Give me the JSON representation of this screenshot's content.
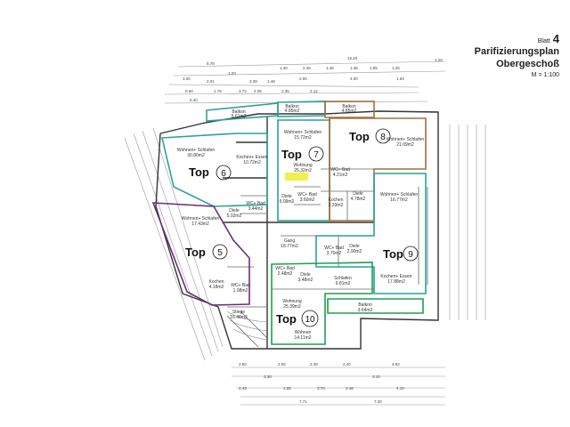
{
  "header": {
    "sheet_label": "Blatt",
    "sheet_number": "4",
    "title": "Parifizierungsplan",
    "subtitle": "Obergeschoß",
    "scale": "M = 1:100"
  },
  "units": [
    {
      "label": "Top",
      "number": "6",
      "color": "#2aa198"
    },
    {
      "label": "Top",
      "number": "7",
      "color": "#2aa198"
    },
    {
      "label": "Top",
      "number": "8",
      "color": "#a0703c"
    },
    {
      "label": "Top",
      "number": "5",
      "color": "#6b2e78"
    },
    {
      "label": "Top",
      "number": "9",
      "color": "#2aa198"
    },
    {
      "label": "Top",
      "number": "10",
      "color": "#1e9e50"
    }
  ],
  "rooms": [
    {
      "name": "Balkon",
      "area": "5.61m2"
    },
    {
      "name": "Balkon",
      "area": "4.85m2"
    },
    {
      "name": "Balkon",
      "area": "4.85m2"
    },
    {
      "name": "Wohnen+ Schlafen",
      "area": "30.80m2"
    },
    {
      "name": "Kochen+ Essen",
      "area": "10.72m2"
    },
    {
      "name": "Wohnen+ Schlafen",
      "area": "15.72m2"
    },
    {
      "name": "Wohnung",
      "area": "25.32m2"
    },
    {
      "name": "Wohnen+ Schlafen",
      "area": "21.09m2"
    },
    {
      "name": "WC+ Bad",
      "area": "4.21m2"
    },
    {
      "name": "Diele",
      "area": "5.09m2"
    },
    {
      "name": "WC+ Bad",
      "area": "3.60m2"
    },
    {
      "name": "Diele",
      "area": "4.78m2"
    },
    {
      "name": "Kochen",
      "area": "2.33m2"
    },
    {
      "name": "Wohnen+ Schlafen",
      "area": "16.77m2"
    },
    {
      "name": "Wohnen+ Schlafen",
      "area": "17.43m2"
    },
    {
      "name": "Diele",
      "area": "5.02m2"
    },
    {
      "name": "WC+ Bad",
      "area": "3.44m2"
    },
    {
      "name": "Gang",
      "area": "18.77m2"
    },
    {
      "name": "WC+ Bad",
      "area": "3.70m2"
    },
    {
      "name": "Diele",
      "area": "2.90m2"
    },
    {
      "name": "Kochen+ Essen",
      "area": "17.88m2"
    },
    {
      "name": "Kochen",
      "area": "4.18m2"
    },
    {
      "name": "WC+ Bad",
      "area": "1.98m2"
    },
    {
      "name": "WC+ Bad",
      "area": "2.48m2"
    },
    {
      "name": "Diele",
      "area": "3.48m2"
    },
    {
      "name": "Schlafen",
      "area": "9.81m2"
    },
    {
      "name": "Wohnung",
      "area": "25.39m2"
    },
    {
      "name": "Stiege",
      "area": "16.48m2"
    },
    {
      "name": "Wohnen",
      "area": "14.11m2"
    },
    {
      "name": "Balkon",
      "area": "3.64m2"
    }
  ],
  "dimensions": {
    "top": [
      "5.78",
      "3.00",
      "1.40",
      "15.20",
      "1.95",
      "1.25",
      "1.20",
      "3.38",
      "1.48",
      "2.01",
      "3.72",
      "0.60",
      "5.40",
      "1.20",
      "2.45",
      "1.45",
      "1.35",
      "2.90",
      "2.05",
      "2.12",
      "4.00",
      "1.93",
      "2.35",
      "1.78"
    ],
    "bottom": [
      "2.50",
      "2.05",
      "2.39",
      "2.40",
      "4.82",
      "3.30",
      "3.10",
      "4.43",
      "1.55",
      "3.70",
      "2.46",
      "4.10",
      "7.71",
      "7.20"
    ]
  }
}
